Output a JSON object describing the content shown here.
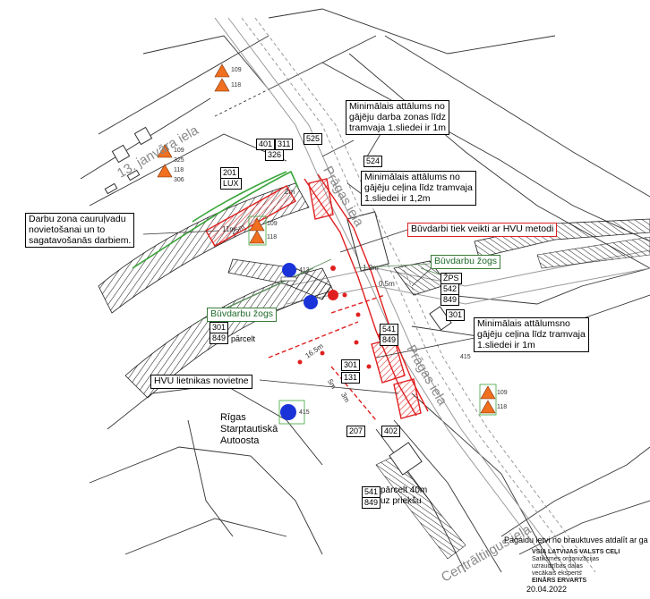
{
  "streets": {
    "janvara": "13. janvāra iela",
    "pragas_upper": "Prāgas iela",
    "pragas_lower": "Prāgas iela",
    "centraltirgus": "Centrāltirgus iela"
  },
  "callouts": {
    "min_distance_work_zone": [
      "Minimālais attālums no",
      "gājēju darba zonas līdz",
      "tramvaja 1.sliedei ir 1m"
    ],
    "min_distance_road_upper": [
      "Minimālais attālums no",
      "gājēju ceļina līdz tramvaja",
      "1.sliedei ir 1,2m"
    ],
    "hvu_method": "Būvdarbi tiek veikti ar HVU metodi",
    "work_zone": [
      "Darbu zona cauruļvadu",
      "novietošanai un to",
      "sagatavošanās darbiem."
    ],
    "fence_right": "Būvdarbu žogs",
    "fence_left": "Būvdarbu žogs",
    "min_distance_road_lower": [
      "Minimālais attālumsno",
      "gājēju ceļina līdz tramvaja",
      "1.sliedei ir 1m"
    ],
    "hvu_pipe": "HVU lietnikas novietne",
    "bus_station": [
      "Rīgas",
      "Starptautiskā",
      "Autoosta"
    ],
    "move_40m": [
      "pārcelt 40m",
      "uz priekšu"
    ],
    "move": "pārcelt"
  },
  "sign_codes": {
    "s109": "109",
    "s118": "118",
    "s325": "325",
    "s401": "401",
    "s311": "311",
    "s326": "326",
    "s201": "201",
    "s525": "525",
    "s524": "524",
    "s542": "542",
    "s849": "849",
    "s301": "301",
    "s541": "541",
    "s131": "131",
    "s207": "207",
    "s402": "402",
    "s413": "413",
    "s415": "415",
    "s306": "306",
    "lux": "LUX",
    "zps": "ŽPS"
  },
  "dimensions": {
    "d1": "25m",
    "d2": "2m",
    "d3": "0.5m",
    "d4": "1.2m",
    "d5": "3m",
    "d6": "16.5m",
    "d7": "5m",
    "d8": "11m"
  },
  "footer": {
    "note": "Pagaidu ietvi no brauktuves atdalīt ar ga",
    "org": "VSIA LATVIJAS VALSTS CEĻI",
    "dept": [
      "Satiksmes organizācijas",
      "uzraudzības daļas",
      "vecākais eksperts"
    ],
    "name": "EINĀRS ERVARTS",
    "date": "20.04.2022"
  },
  "colors": {
    "red": "#e02020",
    "green": "#3aa53a",
    "fence_green": "#1f6b2a",
    "orange": "#f07020",
    "blue": "#1a33d9",
    "grey": "#9a9a9a",
    "dark": "#2a2a2a"
  }
}
